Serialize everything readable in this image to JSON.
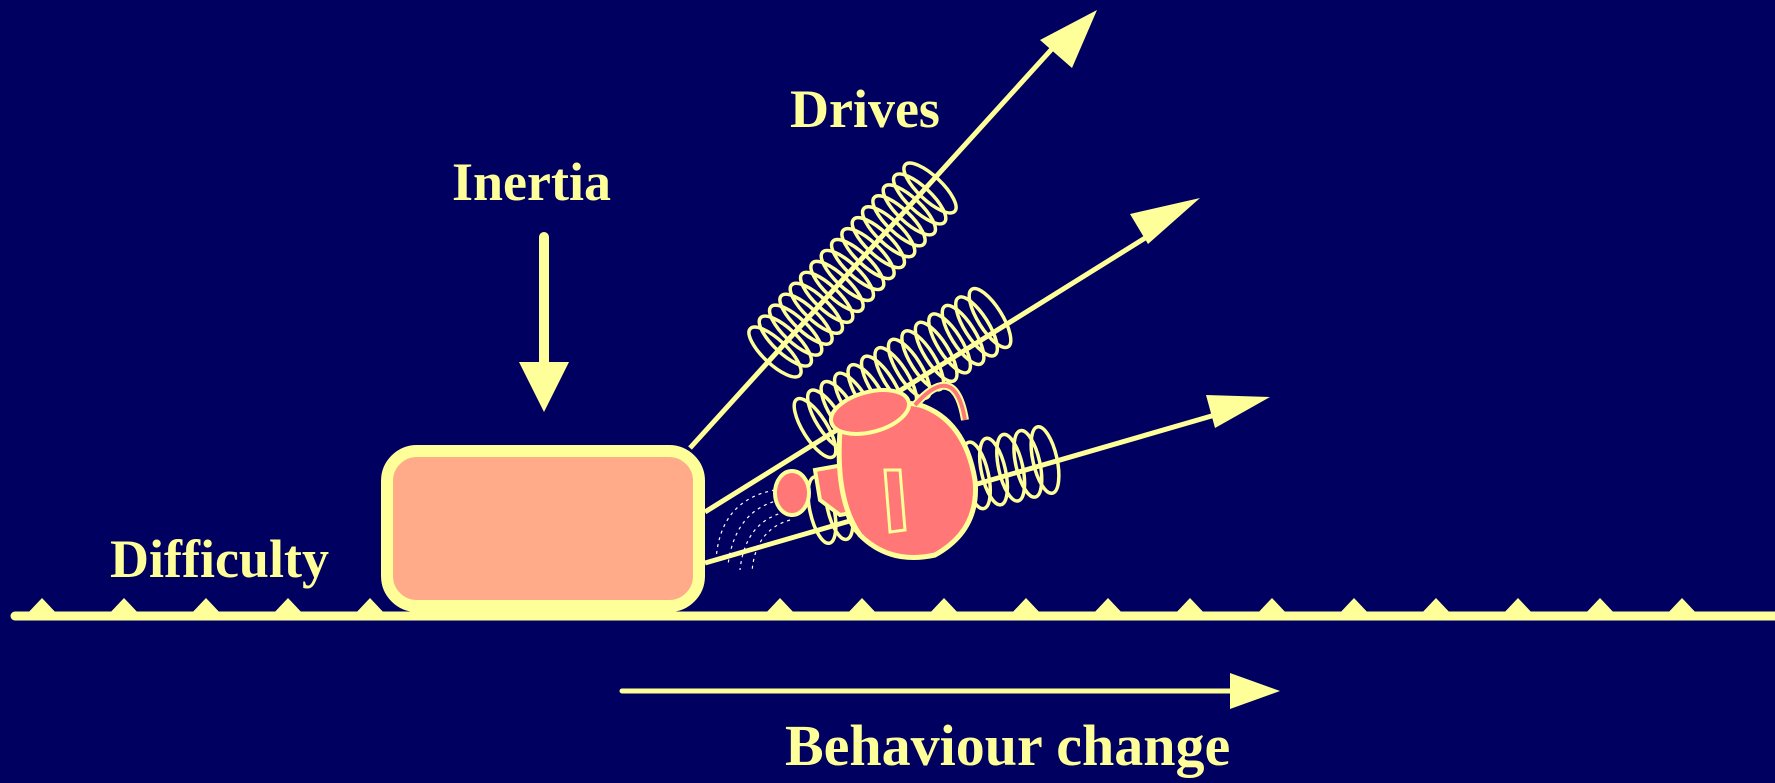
{
  "diagram": {
    "labels": {
      "drives": "Drives",
      "inertia": "Inertia",
      "difficulty": "Difficulty",
      "behaviour_change": "Behaviour change"
    },
    "colors": {
      "background": "#000060",
      "line": "#FFFF99",
      "block_fill": "#FFAA88",
      "watering_can": "#FF7777"
    },
    "elements": {
      "block": "block-icon",
      "springs": "spring-icon",
      "watering_can": "watering-can-icon",
      "ground": "rough-ground",
      "arrows": "arrow-icon"
    }
  }
}
